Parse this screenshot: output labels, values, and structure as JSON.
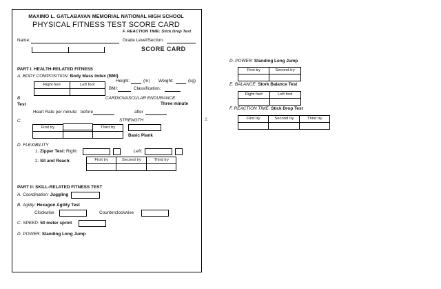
{
  "document": {
    "school_name": "MAXIMO L. GATLABAYAN MEMORIAL NATIONAL HIGH SCHOOL",
    "title": "PHYSICAL FITNESS TEST SCORE CARD",
    "ghost_title": "SCORE CARD",
    "overlay_line": "F. REACTION TIME: Stick Drop Test",
    "stray_marker": "2."
  },
  "identity": {
    "name_label": "Name:",
    "grade_label": "Grade Level/Section:"
  },
  "part1": {
    "heading": "PART I. HEALTH-RELATED FITNESS",
    "a": {
      "letter": "A.",
      "category": "BODY COMPOSITION",
      "test": "Body Mass Index (BMI)",
      "height_label": "Height:",
      "height_unit": "(m)",
      "weight_label": "Weight:",
      "weight_unit": "(kg)",
      "bmi_label": "BMI:",
      "classification_label": "Classification:",
      "table": {
        "headers": [
          "Right foot",
          "Left foot"
        ],
        "values": [
          "",
          ""
        ]
      }
    },
    "b": {
      "letter": "B.",
      "category": "CARDIOVASCULAR ENDURANCE",
      "test": "Three minute",
      "test_wrap": "Test",
      "heart_rate_label": "Heart Rate per minute:",
      "before_label": "before",
      "after_label": "after"
    },
    "c": {
      "letter": "C.",
      "category": "STRENGTH",
      "test": "Basic Plank",
      "table": {
        "headers": [
          "First try",
          "",
          "Third try"
        ],
        "values": [
          "",
          "",
          ""
        ]
      }
    },
    "d": {
      "letter": "D.",
      "category": "FLEXIBILITY",
      "item1_number": "1.",
      "item1_test": "Zipper Test:",
      "right_label": "Right:",
      "left_label": "Left:",
      "item2_number": "2.",
      "item2_test": "Sit and Reach:",
      "table": {
        "headers": [
          "First try",
          "Second try",
          "Third try"
        ],
        "values": [
          "",
          "",
          ""
        ]
      }
    }
  },
  "part2": {
    "heading": "PART II: SKILL-RELATED FITNESS TEST",
    "a": {
      "letter": "A.",
      "category": "Coordination:",
      "test": "Juggling"
    },
    "b": {
      "letter": "B.",
      "category": "Agility:",
      "test": "Hexagon Agility Test",
      "clockwise_label": "Clockwise",
      "counterclockwise_label": "Counterclockwise"
    },
    "c": {
      "letter": "C.",
      "category": "SPEED:",
      "test": "50 meter sprint"
    },
    "d": {
      "letter": "D.",
      "category": "POWER:",
      "test": "Standing Long Jump"
    }
  },
  "overflow": {
    "d_power": {
      "letter": "D.",
      "category": "POWER:",
      "test": "Standing Long Jump",
      "table": {
        "headers": [
          "First try",
          "Second try"
        ],
        "values": [
          "",
          ""
        ]
      }
    },
    "e_balance": {
      "letter": "E.",
      "category": "BALANCE:",
      "test": "Stork Balance Test",
      "table": {
        "headers": [
          "Right foot",
          "Left foot"
        ],
        "values": [
          "",
          ""
        ]
      }
    },
    "f_reaction": {
      "letter": "F.",
      "category": "REACTION TIME:",
      "test": "Stick Drop Test",
      "table": {
        "headers": [
          "First try",
          "Second try",
          "Third try"
        ],
        "values": [
          "",
          "",
          ""
        ]
      }
    }
  }
}
